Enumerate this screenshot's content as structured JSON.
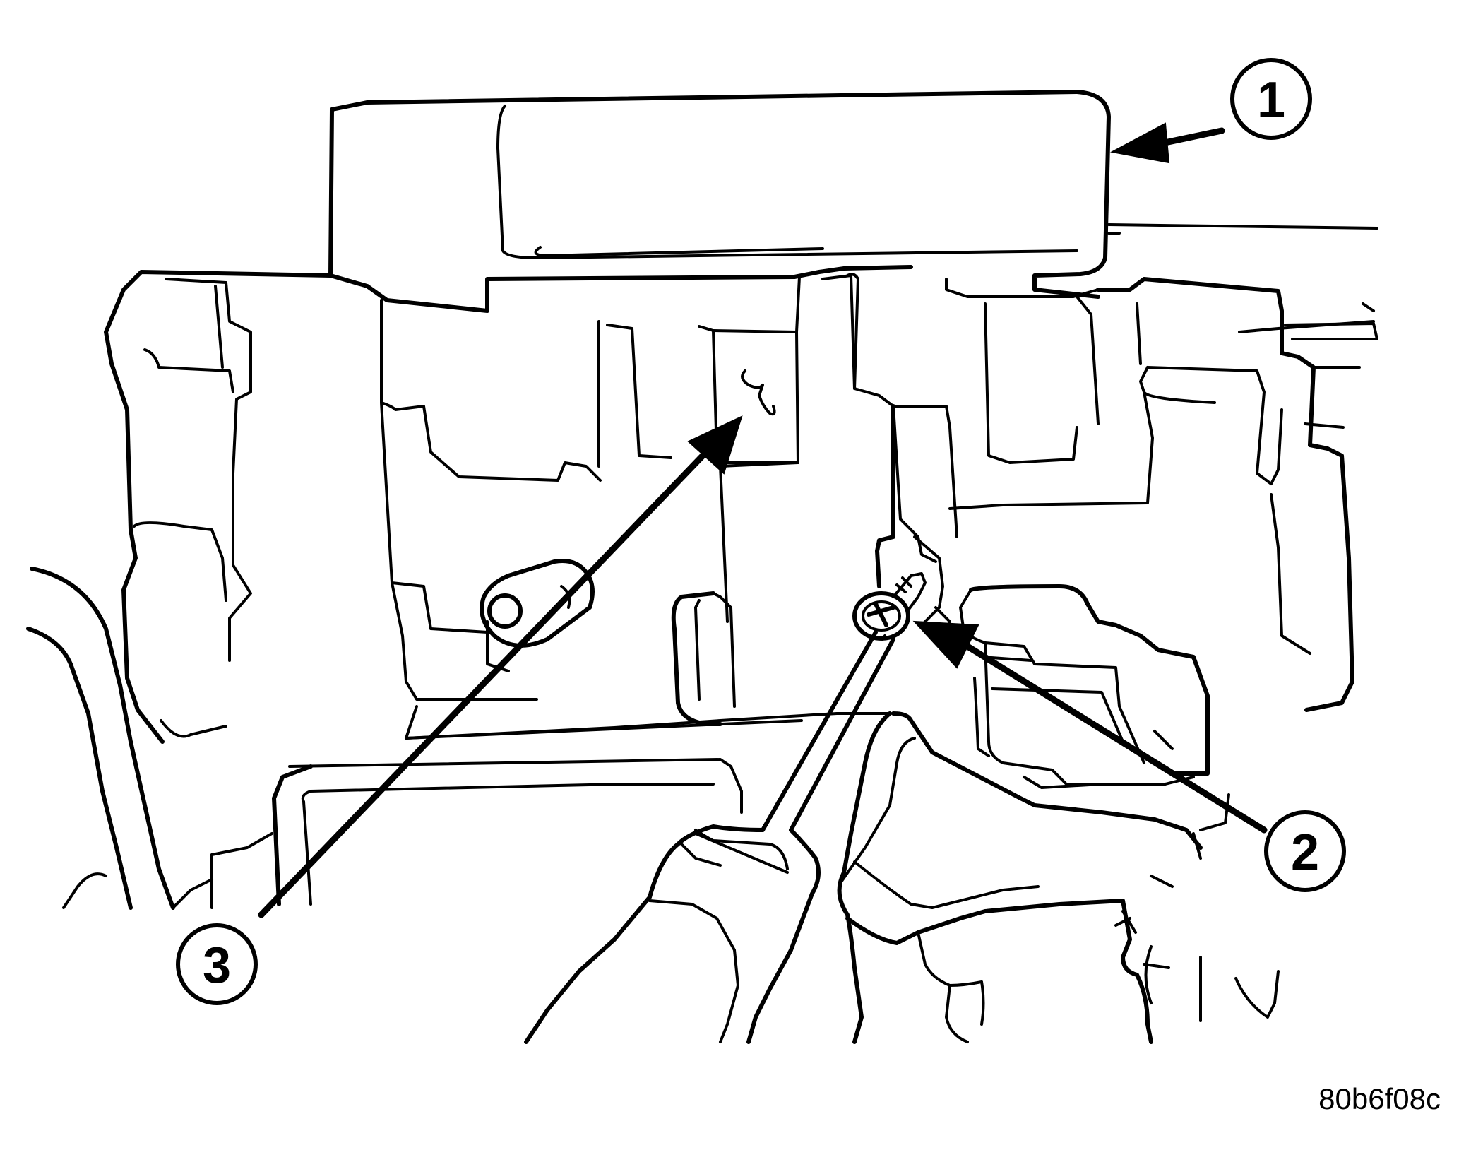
{
  "callouts": [
    {
      "label": "1"
    },
    {
      "label": "2"
    },
    {
      "label": "3"
    }
  ],
  "figure_code": "80b6f08c",
  "colors": {
    "line": "#000000",
    "background": "#ffffff"
  }
}
